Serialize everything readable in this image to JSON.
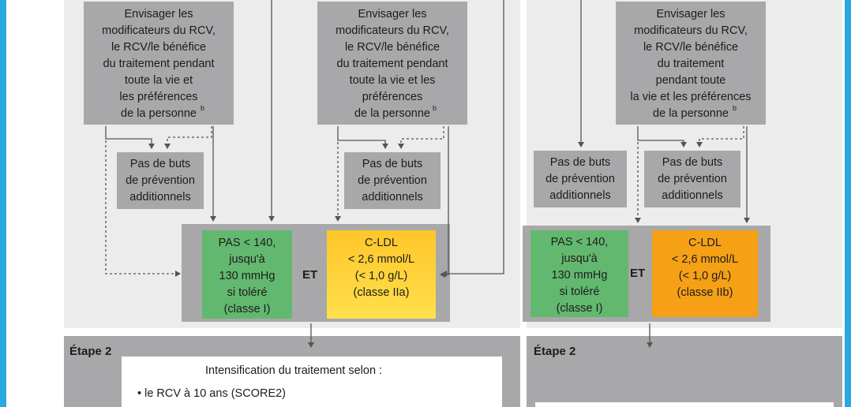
{
  "consider_box_left": "Envisager les\nmodificateurs du RCV,\nle RCV/le bénéfice\ndu traitement pendant\ntoute la vie et\nles préférences\nde la personne",
  "consider_box_middle": "Envisager les\nmodificateurs du RCV,\nle RCV/le bénéfice\ndu traitement pendant\ntoute la vie et les\npréférences\nde la personne",
  "consider_box_right": "Envisager les\nmodificateurs du RCV,\nle RCV/le bénéfice\ndu traitement\npendant toute\nla vie et les préférences\nde la personne",
  "footnote_mark": "b",
  "no_goals": "Pas de buts\nde prévention\nadditionnels",
  "pas_target": "PAS < 140,\njusqu'à\n130 mmHg\nsi toléré\n(classe I)",
  "ldl_target_left": "C-LDL\n< 2,6 mmol/L\n(< 1,0 g/L)\n(classe IIa)",
  "ldl_target_right": "C-LDL\n< 2,6 mmol/L\n(< 1,0 g/L)\n(classe IIb)",
  "and_label": "ET",
  "step2_label": "Étape 2",
  "intensification_title": "Intensification du traitement selon :",
  "intensification_item1": "• le RCV à 10 ans (SCORE2)",
  "colors": {
    "frame_blue": "#29a9e0",
    "gray_box": "#a8a8aa",
    "band": "#ececec",
    "green": "#63b86f",
    "yellow": "#ffd23a",
    "orange": "#f5a015"
  }
}
